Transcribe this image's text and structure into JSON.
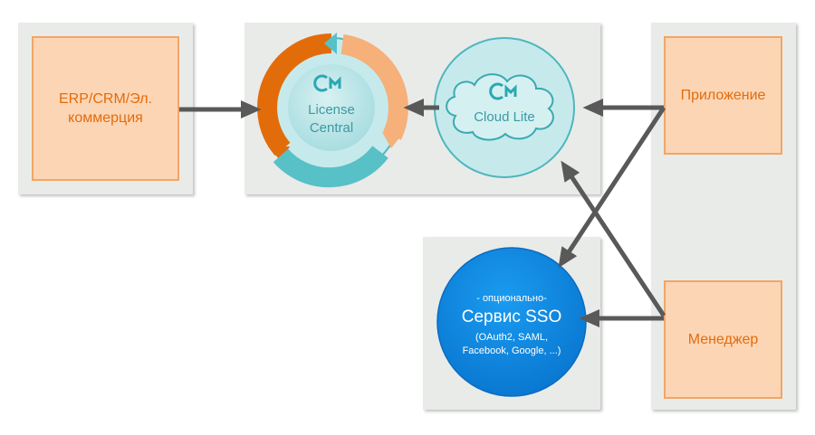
{
  "nodes": {
    "erp": {
      "line1": "ERP/CRM/Эл.",
      "line2": "коммерция"
    },
    "app": {
      "label": "Приложение"
    },
    "manager": {
      "label": "Менеджер"
    },
    "license_central": {
      "line1": "License",
      "line2": "Central"
    },
    "cloud_lite": {
      "label": "Cloud Lite"
    },
    "sso": {
      "optional": "- опционально-",
      "title": "Сервис SSO",
      "detail1": "(OAuth2, SAML,",
      "detail2": "Facebook, Google, ...)"
    }
  },
  "colors": {
    "orange_fill": "#fcd5b5",
    "orange_border": "#f1a668",
    "orange_text": "#e46c0a",
    "teal": "#5fc3c9",
    "teal_light": "#c9ecee",
    "sso_blue": "#0b84df",
    "arrow": "#595959"
  }
}
